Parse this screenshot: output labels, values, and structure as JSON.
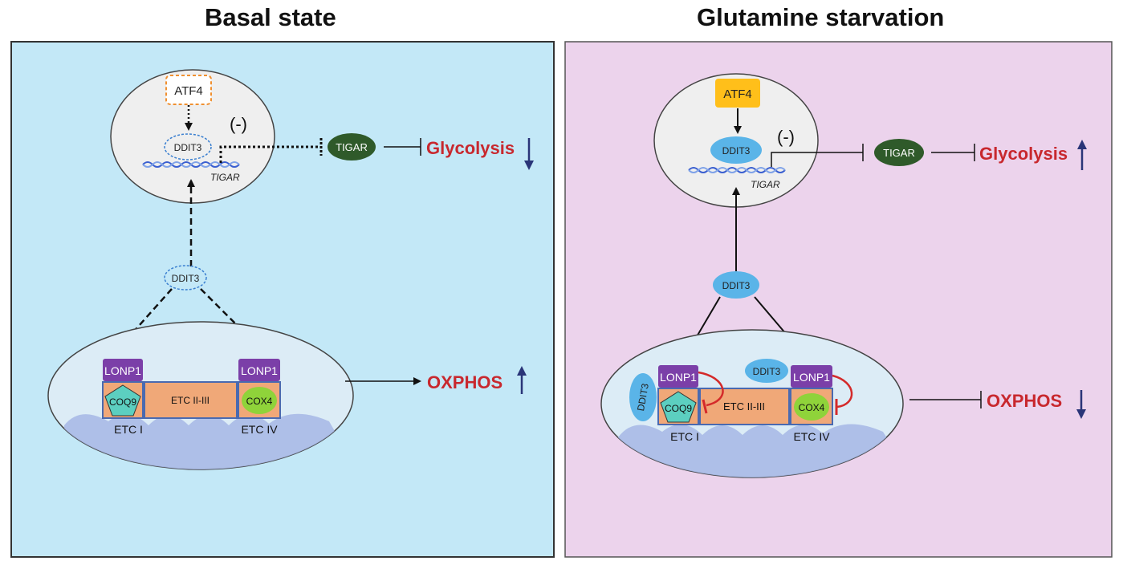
{
  "panels": {
    "basal": {
      "title": "Basal state",
      "background": "#c3e8f7",
      "atf4": "ATF4",
      "ddit3_nucleus": "DDIT3",
      "tigar_gene": "TIGAR",
      "repression": "(-)",
      "tigar_protein": "TIGAR",
      "glycolysis": "Glycolysis",
      "ddit3_cytoplasm": "DDIT3",
      "lonp1_left": "LONP1",
      "lonp1_right": "LONP1",
      "coq9": "COQ9",
      "etc_mid": "ETC II-III",
      "cox4": "COX4",
      "etc1": "ETC I",
      "etc4": "ETC IV",
      "oxphos": "OXPHOS",
      "glycolysis_trend": "down",
      "oxphos_trend": "up"
    },
    "starvation": {
      "title": "Glutamine starvation",
      "background": "#ecd3ec",
      "atf4": "ATF4",
      "ddit3_nucleus": "DDIT3",
      "tigar_gene": "TIGAR",
      "repression": "(-)",
      "tigar_protein": "TIGAR",
      "glycolysis": "Glycolysis",
      "ddit3_cytoplasm": "DDIT3",
      "ddit3_mito_side": "DDIT3",
      "ddit3_mito_top": "DDIT3",
      "lonp1_left": "LONP1",
      "lonp1_right": "LONP1",
      "coq9": "COQ9",
      "etc_mid": "ETC II-III",
      "cox4": "COX4",
      "etc1": "ETC I",
      "etc4": "ETC IV",
      "oxphos": "OXPHOS",
      "glycolysis_trend": "up",
      "oxphos_trend": "down"
    }
  },
  "colors": {
    "tigar": "#2f5a2a",
    "lonp1": "#7b3fa8",
    "etc_box": "#f0a878",
    "coq9": "#5ccfc0",
    "cox4": "#8fd33a",
    "ddit3": "#5ab4e8",
    "atf4_active": "#ffbf1a",
    "red_text": "#c8282e",
    "trend_arrow": "#2a3578",
    "inhibit_red": "#d42a2a"
  }
}
